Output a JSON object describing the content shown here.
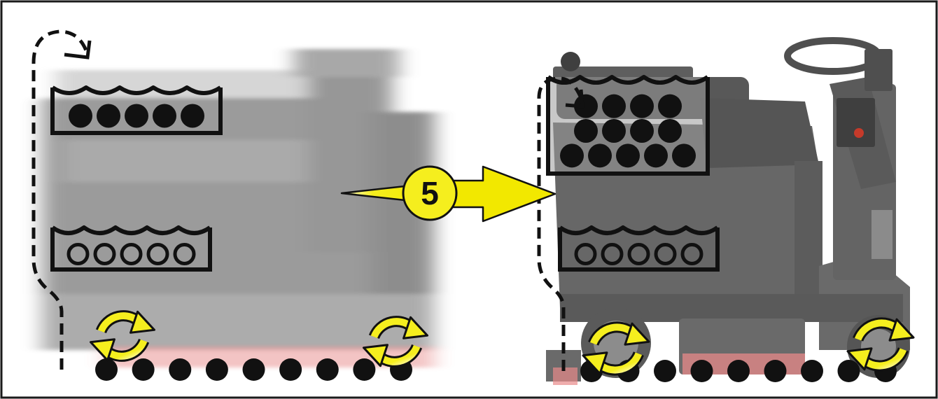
{
  "step": {
    "number": "5"
  },
  "panels": {
    "left": {
      "state": "moving",
      "upper_tank": {
        "dot_style": "filled",
        "dot_rows": [
          5
        ]
      },
      "lower_tank": {
        "dot_style": "hollow",
        "dot_rows": [
          5
        ]
      },
      "floor_dots": 9,
      "rotation_icons": 2
    },
    "right": {
      "state": "stopped",
      "upper_tank": {
        "dot_style": "filled",
        "dot_rows": [
          4,
          4,
          5
        ]
      },
      "lower_tank": {
        "dot_style": "hollow",
        "dot_rows": [
          5
        ]
      },
      "floor_dots": 9,
      "rotation_icons": 2
    }
  },
  "colors": {
    "frame": "#1a1a1a",
    "machine_body": "#6e6e6e",
    "machine_dark": "#4a4a4a",
    "highlight_yellow": "#f5ee1e",
    "icon_black": "#111111",
    "brush_glow": "#e88a8a"
  },
  "icons": {
    "rotation": "rotate-arrows-icon",
    "flow": "dashed-flow-arrow-icon",
    "pointer": "yellow-arrow-icon",
    "tank": "water-tank-icon"
  }
}
